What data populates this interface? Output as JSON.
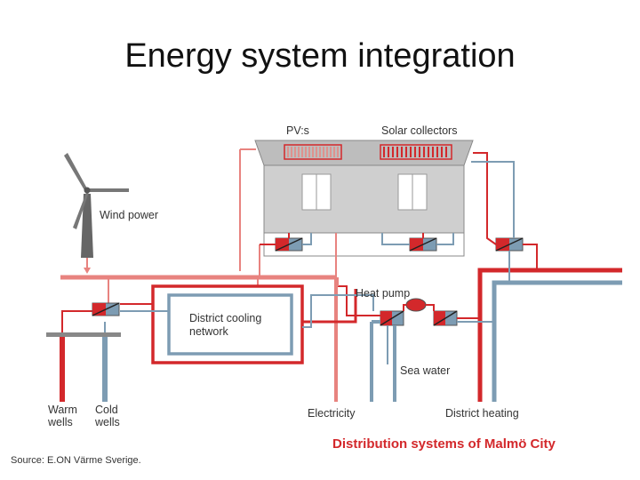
{
  "title": "Energy system integration",
  "labels": {
    "pv": "PV:s",
    "solar_collectors": "Solar collectors",
    "wind_power": "Wind power",
    "heat_pump": "Heat pump",
    "district_cooling_line1": "District cooling",
    "district_cooling_line2": "network",
    "sea_water": "Sea water",
    "warm_wells_line1": "Warm",
    "warm_wells_line2": "wells",
    "cold_wells_line1": "Cold",
    "cold_wells_line2": "wells",
    "electricity": "Electricity",
    "district_heating": "District heating",
    "distribution": "Distribution systems of Malmö City",
    "source": "Source: E.ON Värme Sverige."
  },
  "colors": {
    "warm": "#d3282b",
    "warm_light": "#e8837f",
    "cold": "#7d9cb3",
    "building": "#cfcfcf",
    "roof": "#bdbdbd"
  }
}
